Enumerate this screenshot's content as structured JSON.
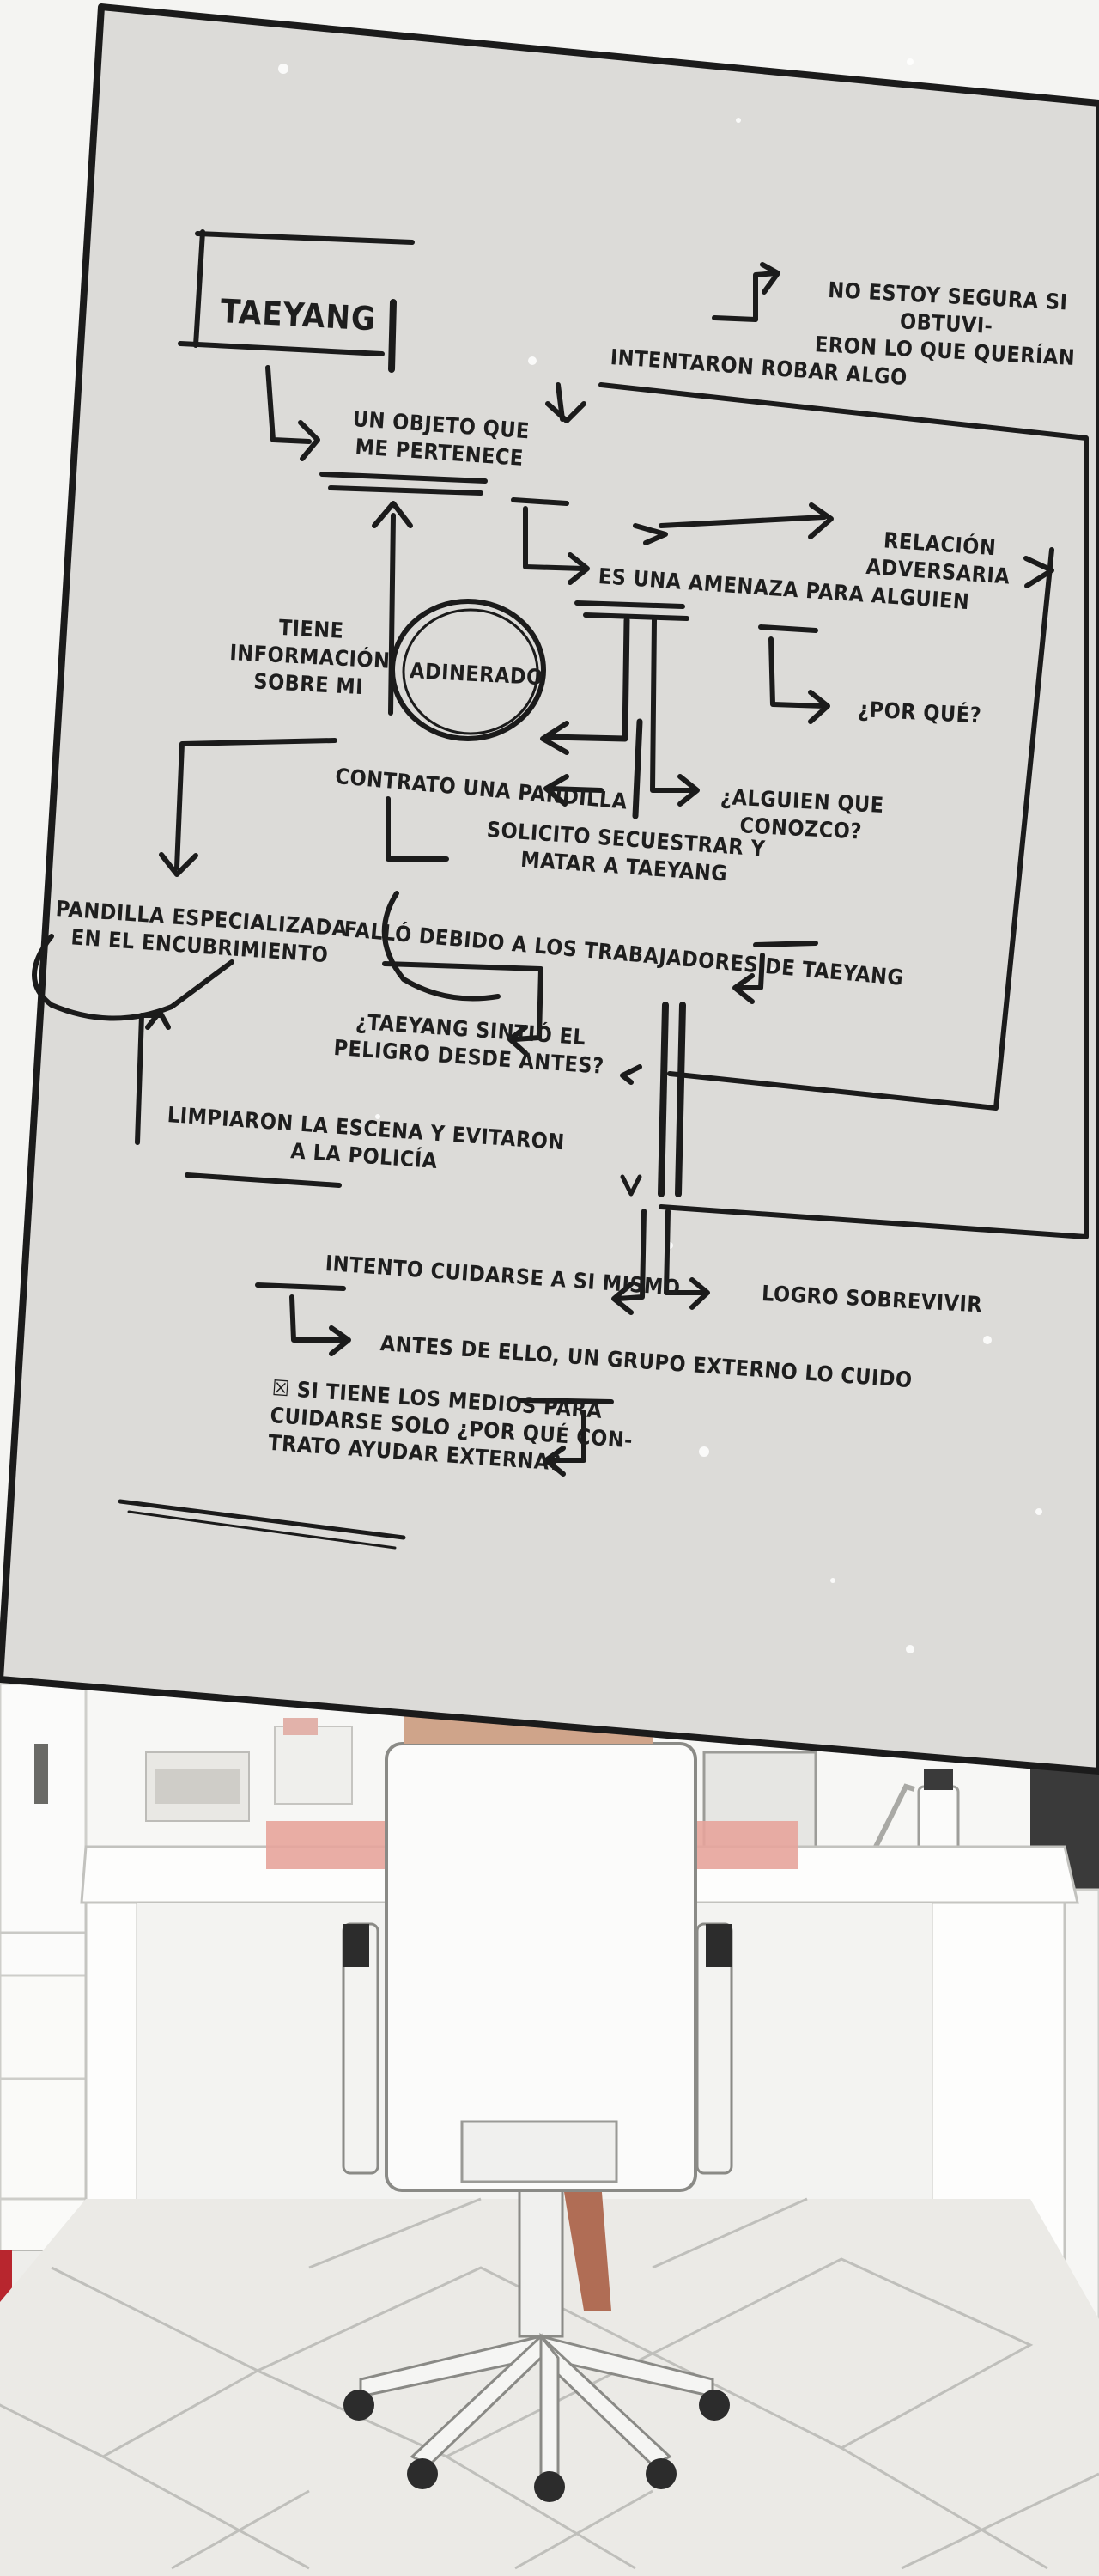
{
  "board": {
    "name": "TAEYANG",
    "notes": {
      "no_segura": "NO ESTOY SEGURA SI OBTUVI-\nERON LO QUE QUERÍAN",
      "intentaron_robar": "INTENTARON ROBAR ALGO",
      "objeto": "UN OBJETO QUE\nME PERTENECE",
      "relacion": "RELACIÓN\nADVERSARIA",
      "amenaza": "ES UNA AMENAZA PARA ALGUIEN",
      "tiene_info": "TIENE\nINFORMACIÓN\nSOBRE MI",
      "adinerado": "ADINERADO",
      "por_que": "¿POR QUÉ?",
      "contrato_pandilla": "CONTRATO UNA PANDILLA",
      "alguien_conozco": "¿ALGUIEN QUE\nCONOZCO?",
      "solicito": "SOLICITO SECUESTRAR Y\nMATAR A TAEYANG",
      "pandilla_especializada": "PANDILLA ESPECIALIZADA\nEN EL ENCUBRIMIENTO",
      "fallo": "FALLÓ DEBIDO A LOS TRABAJADORES DE TAEYANG",
      "sintio_peligro": "¿TAEYANG SINTIÓ EL\nPELIGRO DESDE ANTES?",
      "limpiaron": "LIMPIARON LA ESCENA Y EVITARON\nA LA POLICÍA",
      "intento_cuidarse": "INTENTO CUIDARSE A SI MISMO",
      "logro": "LOGRO SOBREVIVIR",
      "antes_de_ello": "ANTES DE ELLO, UN GRUPO EXTERNO LO CUIDO",
      "si_tiene_medios": "☒  SI TIENE LOS MEDIOS PARA\nCUIDARSE SOLO ¿POR QUÉ CON-\nTRATO AYUDAR EXTERNA?"
    }
  },
  "colors": {
    "board": "#dcdbd8",
    "ink": "#1e1e1e",
    "hair": "#9a5434",
    "jacket": "#cfa48a",
    "mat": "#e7a49b",
    "floor": "#ebeae6"
  }
}
